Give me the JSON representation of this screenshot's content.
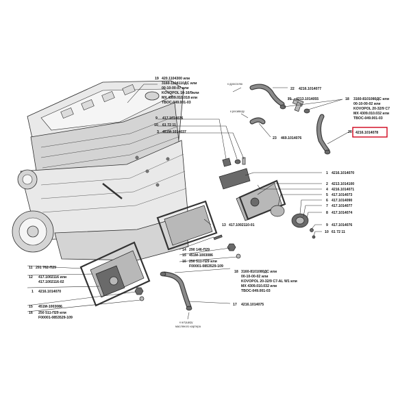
{
  "callouts": [
    {
      "num": "19",
      "lines": [
        "420.1104300 или",
        "3160-1104110ДС или",
        "00-10-00-07 или",
        "KOVOPOL 10-16/9или",
        "MX 4309.010.018 или",
        "TBOC-049.001-03"
      ]
    },
    {
      "num": "9",
      "lines": [
        "417.1014076"
      ]
    },
    {
      "num": "10",
      "lines": [
        "61 72 11"
      ]
    },
    {
      "num": "3",
      "lines": [
        "451M-1014037"
      ]
    },
    {
      "num": "22",
      "lines": [
        "4216.1014077"
      ]
    },
    {
      "num": "21",
      "lines": [
        "4213.1014055"
      ]
    },
    {
      "num": "23",
      "lines": [
        "469.1014076"
      ]
    },
    {
      "num": "18",
      "lines": [
        "3160-8101080ДС или",
        "00-10-00-02 или",
        "KOVOPOL 20-32/9 C7",
        "MX 4309.010.032 или",
        "TBOC-049.001-03"
      ]
    },
    {
      "num": "20",
      "lines": [
        "4216.1014078"
      ]
    },
    {
      "num": "1",
      "lines": [
        "4216.1014070"
      ]
    },
    {
      "num": "2",
      "lines": [
        "4213.1014100"
      ]
    },
    {
      "num": "4",
      "lines": [
        "4216.1014071"
      ]
    },
    {
      "num": "5",
      "lines": [
        "417.1014073"
      ]
    },
    {
      "num": "6",
      "lines": [
        "417.1014090"
      ]
    },
    {
      "num": "7",
      "lines": [
        "417.1014077"
      ]
    },
    {
      "num": "8",
      "lines": [
        "417.1014074"
      ]
    },
    {
      "num": "9",
      "lines": [
        "417.1014076"
      ]
    },
    {
      "num": "10",
      "lines": [
        "61 72 11"
      ]
    },
    {
      "num": "13",
      "lines": [
        "417.1002110-01"
      ]
    },
    {
      "num": "14",
      "lines": [
        "290 146-П29"
      ]
    },
    {
      "num": "15",
      "lines": [
        "451M-1003086"
      ]
    },
    {
      "num": "16",
      "lines": [
        "250 511-П29 или",
        "F00001-0853529-109"
      ]
    },
    {
      "num": "11",
      "lines": [
        "291 762-П29"
      ]
    },
    {
      "num": "12",
      "lines": [
        "417.1002116 или",
        "417.1002116-02"
      ]
    },
    {
      "num": "1",
      "lines": [
        "4216.1014070"
      ]
    },
    {
      "num": "18",
      "lines": [
        "3160-8101080ДС или",
        "00-10-00-02 или",
        "KOVOPOL 20-32/9 C7-AL W1 или",
        "MX 4309.010.032 или",
        "TBOC-049.001-03"
      ]
    },
    {
      "num": "15",
      "lines": [
        "451M-1003086"
      ]
    },
    {
      "num": "16",
      "lines": [
        "250 511-П29 или",
        "F00001-0853529-109"
      ]
    },
    {
      "num": "17",
      "lines": [
        "4216.1014075"
      ]
    }
  ],
  "notes": {
    "to_receiver": "к ресиверу",
    "to_throttle": "к дросселю",
    "to_sump": [
      "к штуцеру",
      "масляного картера"
    ]
  },
  "highlight": {
    "label": "4216.1014078",
    "color": "#d0021b"
  }
}
